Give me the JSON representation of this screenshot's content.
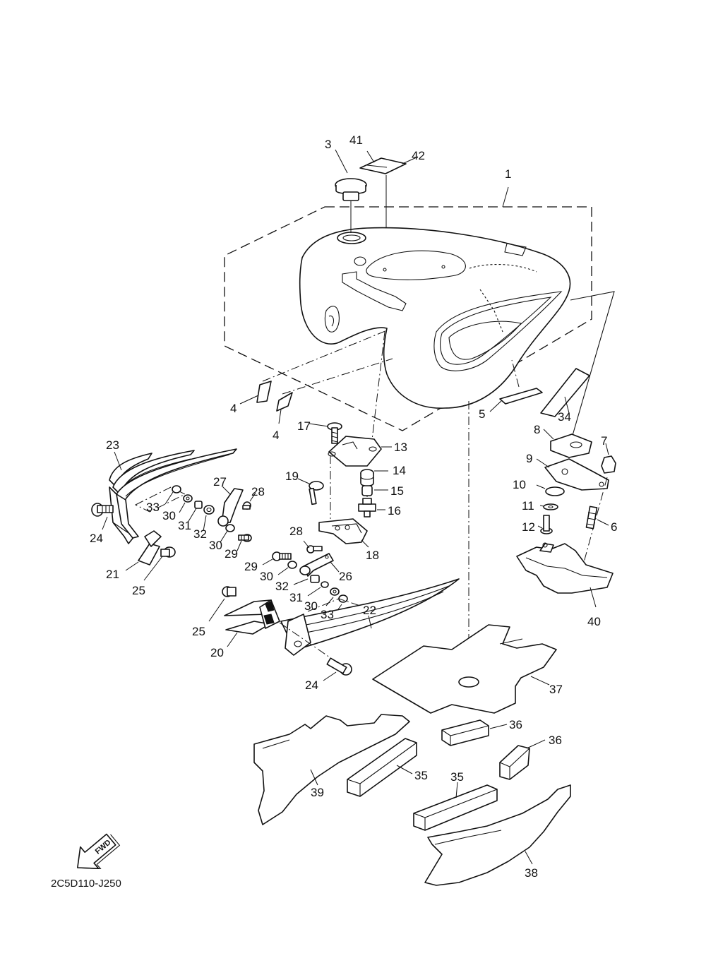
{
  "diagram": {
    "code": "2C5D110-J250",
    "fwd_label": "FWD",
    "callouts": [
      {
        "id": "c1",
        "text": "1"
      },
      {
        "id": "c3",
        "text": "3"
      },
      {
        "id": "c41",
        "text": "41"
      },
      {
        "id": "c42",
        "text": "42"
      },
      {
        "id": "c4a",
        "text": "4"
      },
      {
        "id": "c4b",
        "text": "4"
      },
      {
        "id": "c5",
        "text": "5"
      },
      {
        "id": "c34",
        "text": "34"
      },
      {
        "id": "c17",
        "text": "17"
      },
      {
        "id": "c13",
        "text": "13"
      },
      {
        "id": "c14",
        "text": "14"
      },
      {
        "id": "c15",
        "text": "15"
      },
      {
        "id": "c16",
        "text": "16"
      },
      {
        "id": "c19",
        "text": "19"
      },
      {
        "id": "c18",
        "text": "18"
      },
      {
        "id": "c8",
        "text": "8"
      },
      {
        "id": "c7",
        "text": "7"
      },
      {
        "id": "c9",
        "text": "9"
      },
      {
        "id": "c10",
        "text": "10"
      },
      {
        "id": "c11",
        "text": "11"
      },
      {
        "id": "c12",
        "text": "12"
      },
      {
        "id": "c6",
        "text": "6"
      },
      {
        "id": "c40",
        "text": "40"
      },
      {
        "id": "c23",
        "text": "23"
      },
      {
        "id": "c27",
        "text": "27"
      },
      {
        "id": "c28a",
        "text": "28"
      },
      {
        "id": "c33a",
        "text": "33"
      },
      {
        "id": "c30a",
        "text": "30"
      },
      {
        "id": "c31a",
        "text": "31"
      },
      {
        "id": "c32a",
        "text": "32"
      },
      {
        "id": "c24a",
        "text": "24"
      },
      {
        "id": "c30b",
        "text": "30"
      },
      {
        "id": "c29a",
        "text": "29"
      },
      {
        "id": "c21",
        "text": "21"
      },
      {
        "id": "c25a",
        "text": "25"
      },
      {
        "id": "c28b",
        "text": "28"
      },
      {
        "id": "c29b",
        "text": "29"
      },
      {
        "id": "c26",
        "text": "26"
      },
      {
        "id": "c30c",
        "text": "30"
      },
      {
        "id": "c32b",
        "text": "32"
      },
      {
        "id": "c31b",
        "text": "31"
      },
      {
        "id": "c30d",
        "text": "30"
      },
      {
        "id": "c33b",
        "text": "33"
      },
      {
        "id": "c22",
        "text": "22"
      },
      {
        "id": "c25b",
        "text": "25"
      },
      {
        "id": "c20",
        "text": "20"
      },
      {
        "id": "c24b",
        "text": "24"
      },
      {
        "id": "c37",
        "text": "37"
      },
      {
        "id": "c36a",
        "text": "36"
      },
      {
        "id": "c36b",
        "text": "36"
      },
      {
        "id": "c35a",
        "text": "35"
      },
      {
        "id": "c35b",
        "text": "35"
      },
      {
        "id": "c39",
        "text": "39"
      },
      {
        "id": "c38",
        "text": "38"
      }
    ]
  }
}
